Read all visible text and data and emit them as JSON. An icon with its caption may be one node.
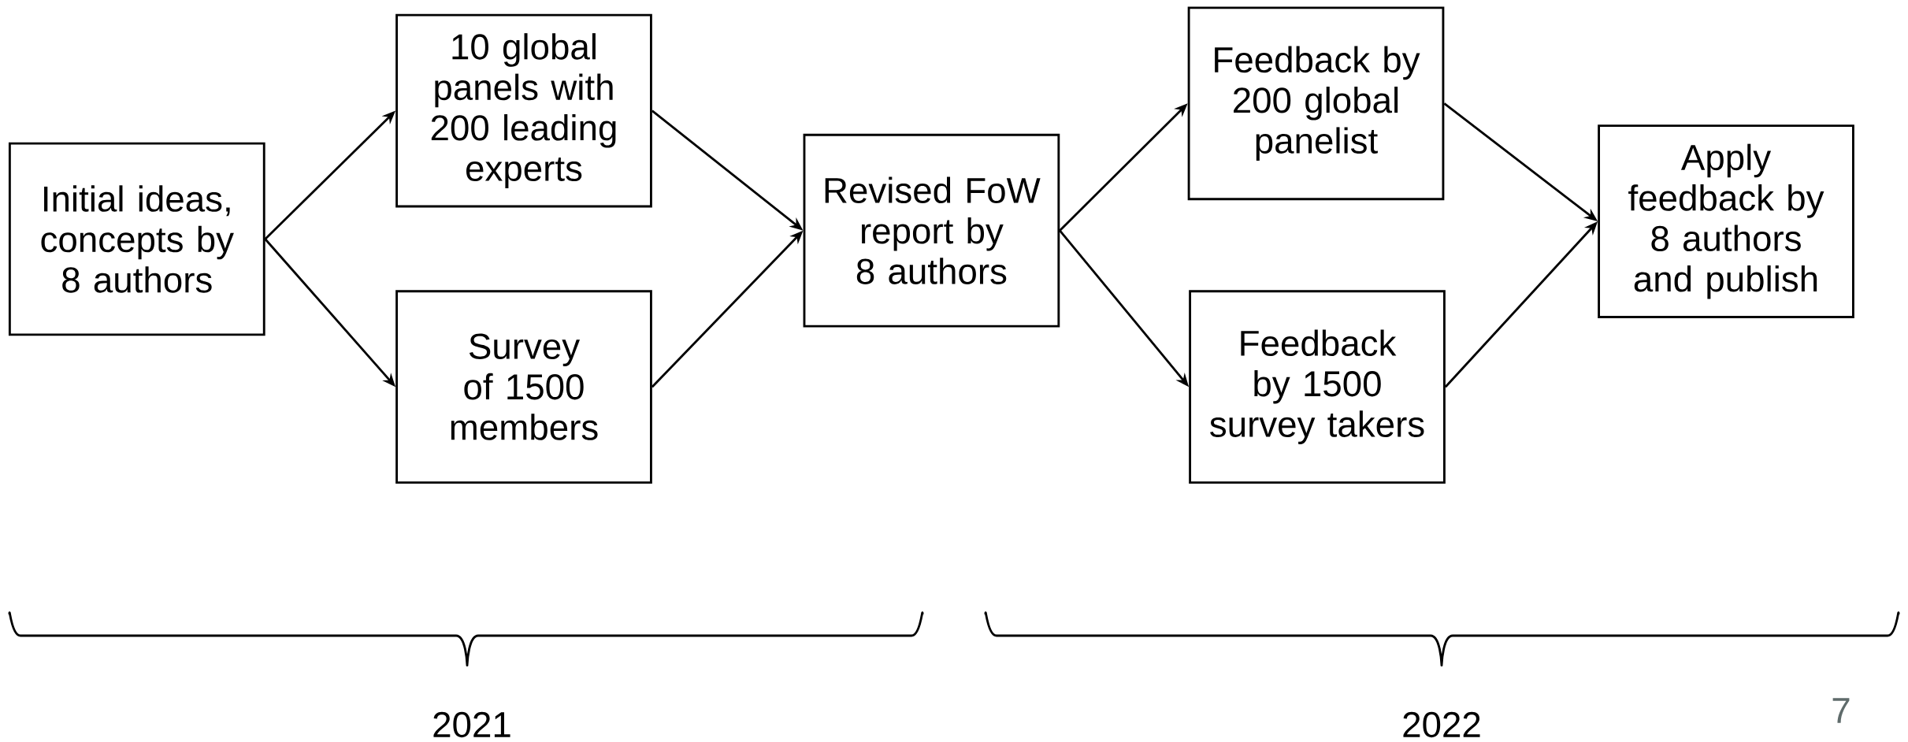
{
  "diagram": {
    "nodes": [
      {
        "text": [
          "Initial ideas, concepts by 8 authors"
        ]
      },
      {
        "text": [
          "10 global panels with 200 leading experts"
        ]
      },
      {
        "text": [
          "Survey of 1500 members"
        ]
      },
      {
        "text": [
          "Revised FoW report by 8 authors"
        ]
      },
      {
        "text": [
          "Feedback by 200 global panelist"
        ]
      },
      {
        "text": [
          "Feedback by 1500 survey takers"
        ]
      },
      {
        "text": [
          "Apply feedback by 8 authors and publish"
        ]
      }
    ],
    "edges": [
      {
        "from": 0,
        "to": 1,
        "arrow": "to"
      },
      {
        "from": 0,
        "to": 2,
        "arrow": "to"
      },
      {
        "from": 1,
        "to": 3,
        "arrow": "to"
      },
      {
        "from": 2,
        "to": 3,
        "arrow": "to"
      },
      {
        "from": 3,
        "to": 4,
        "arrow": "to"
      },
      {
        "from": 3,
        "to": 5,
        "arrow": "to"
      },
      {
        "from": 4,
        "to": 6,
        "arrow": "to"
      },
      {
        "from": 5,
        "to": 6,
        "arrow": "to"
      }
    ],
    "labels": [
      "2021",
      "2022",
      "7"
    ]
  }
}
